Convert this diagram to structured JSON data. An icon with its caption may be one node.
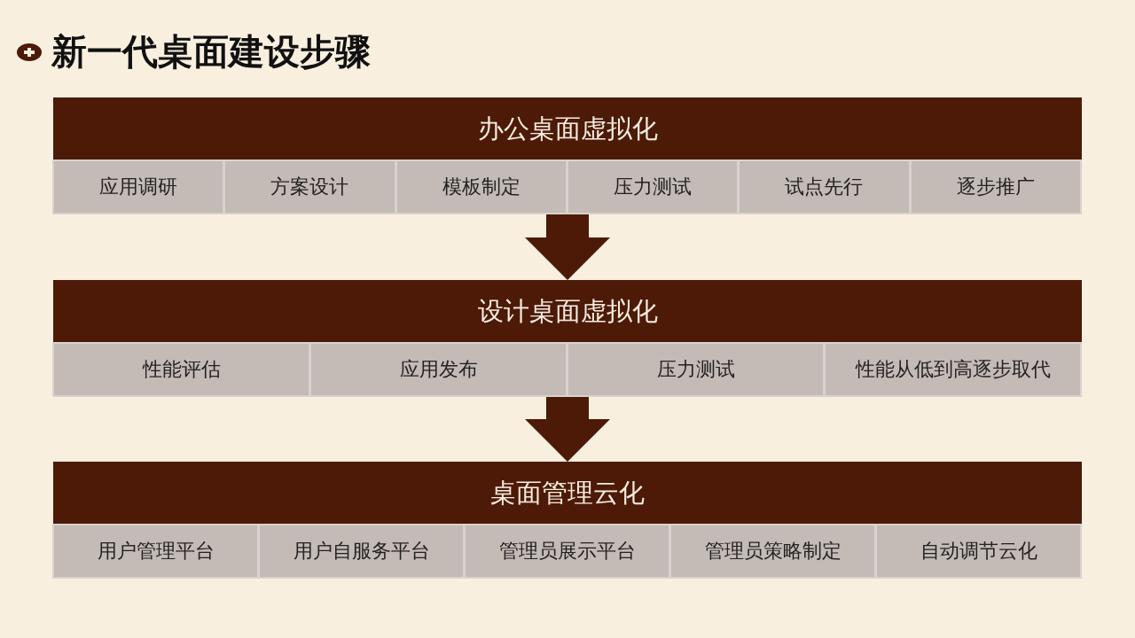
{
  "diagram": {
    "title": "新一代桌面建设步骤",
    "nodes": [
      {
        "text": [
          "办公桌面虚拟化"
        ]
      },
      {
        "text": [
          "应用调研"
        ],
        "in": 0
      },
      {
        "text": [
          "方案设计"
        ],
        "in": 0
      },
      {
        "text": [
          "模板制定"
        ],
        "in": 0
      },
      {
        "text": [
          "压力测试"
        ],
        "in": 0
      },
      {
        "text": [
          "试点先行"
        ],
        "in": 0
      },
      {
        "text": [
          "逐步推广"
        ],
        "in": 0
      },
      {
        "text": [
          "设计桌面虚拟化"
        ]
      },
      {
        "text": [
          "性能评估"
        ],
        "in": 7
      },
      {
        "text": [
          "应用发布"
        ],
        "in": 7
      },
      {
        "text": [
          "压力测试"
        ],
        "in": 7
      },
      {
        "text": [
          "性能从低到高逐步取代"
        ],
        "in": 7
      },
      {
        "text": [
          "桌面管理云化"
        ]
      },
      {
        "text": [
          "用户管理平台"
        ],
        "in": 12
      },
      {
        "text": [
          "用户自服务平台"
        ],
        "in": 12
      },
      {
        "text": [
          "管理员展示平台"
        ],
        "in": 12
      },
      {
        "text": [
          "管理员策略制定"
        ],
        "in": 12
      },
      {
        "text": [
          "自动调节云化"
        ],
        "in": 12
      }
    ],
    "edges": [
      {
        "from": 0,
        "to": 7,
        "arrow": "to"
      },
      {
        "from": 7,
        "to": 12,
        "arrow": "to"
      }
    ]
  }
}
